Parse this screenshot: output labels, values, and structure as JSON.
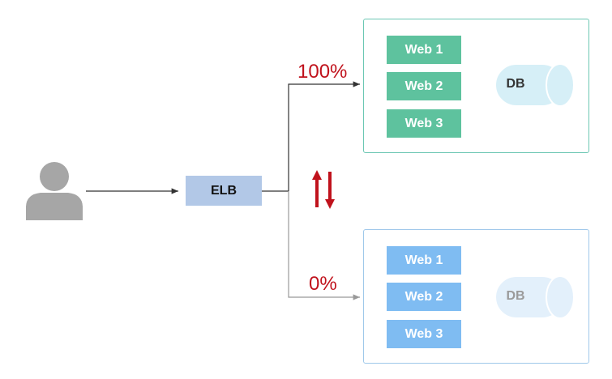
{
  "elb": {
    "label": "ELB"
  },
  "top_group": {
    "percent": "100%",
    "servers": [
      "Web 1",
      "Web 2",
      "Web 3"
    ],
    "db_label": "DB"
  },
  "bottom_group": {
    "percent": "0%",
    "servers": [
      "Web 1",
      "Web 2",
      "Web 3"
    ],
    "db_label": "DB"
  },
  "colors": {
    "green_server": "#5ec29e",
    "blue_server": "#7fbcf2",
    "elb": "#b2c8e7",
    "percent_text": "#c0121c",
    "switch_arrows": "#c0121c",
    "user_icon": "#a6a6a6"
  },
  "icons": {
    "user": "user-icon",
    "switch": "switch-arrows-icon",
    "db": "database-icon"
  }
}
